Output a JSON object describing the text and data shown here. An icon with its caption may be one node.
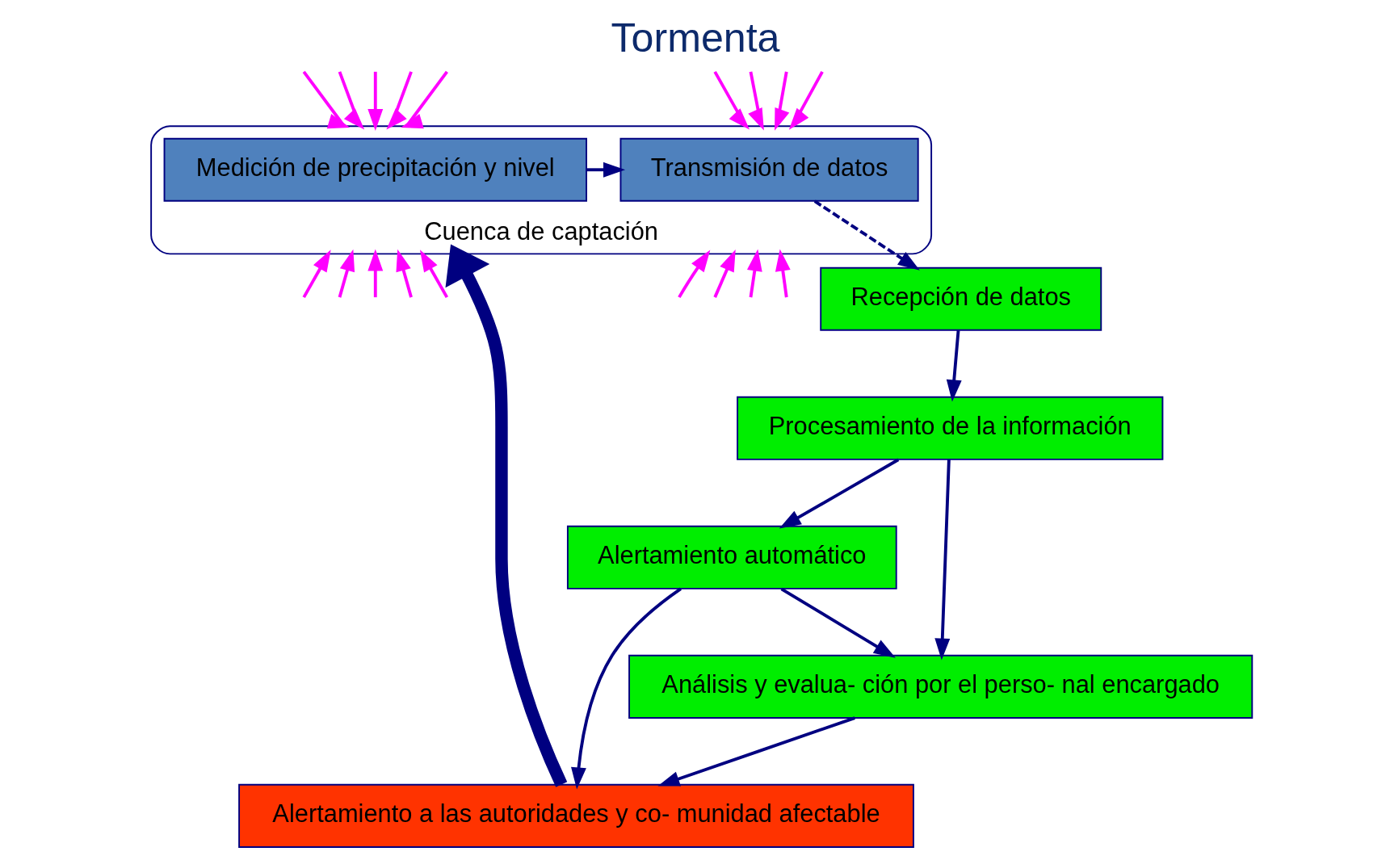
{
  "diagram": {
    "title": "Tormenta",
    "nodes": [
      {
        "text": [
          "Cuenca de captación"
        ]
      },
      {
        "text": [
          "Medición de precipitación y nivel"
        ],
        "in": 0
      },
      {
        "text": [
          "Transmisión de datos"
        ],
        "in": 0
      },
      {
        "text": [
          "Recepción de datos"
        ]
      },
      {
        "text": [
          "Procesamiento de la información"
        ]
      },
      {
        "text": [
          "Análisis y evalua- ción por el perso- nal encargado"
        ]
      },
      {
        "text": [
          "Alertamiento a las autoridades y co- munidad afectable"
        ]
      },
      {
        "text": [
          "Alertamiento automático"
        ]
      }
    ],
    "edges": [
      {
        "from": 1,
        "to": 2,
        "arrow": "to",
        "color": "#000080"
      },
      {
        "from": 2,
        "to": 3,
        "arrow": "to",
        "style": "dashed",
        "color": "#000080"
      },
      {
        "from": 3,
        "to": 4,
        "arrow": "to",
        "color": "#000080"
      },
      {
        "from": 4,
        "to": 5,
        "arrow": "to",
        "color": "#000080"
      },
      {
        "from": 5,
        "to": 6,
        "arrow": "to",
        "color": "#000080"
      },
      {
        "from": 4,
        "to": 7,
        "arrow": "to",
        "color": "#000080"
      },
      {
        "from": 7,
        "to": 5,
        "arrow": "to",
        "color": "#000080"
      },
      {
        "from": 7,
        "to": 6,
        "arrow": "to",
        "color": "#000080"
      },
      {
        "from": 6,
        "to": 0,
        "arrow": "to",
        "style": "thick",
        "color": "#000080"
      },
      {
        "from": null,
        "to": 0,
        "arrow": "to",
        "color": "#ff00ff"
      },
      {
        "from": null,
        "to": 0,
        "arrow": "to",
        "color": "#ff00ff"
      },
      {
        "from": null,
        "to": 0,
        "arrow": "to",
        "color": "#ff00ff"
      },
      {
        "from": null,
        "to": 0,
        "arrow": "to",
        "color": "#ff00ff"
      },
      {
        "from": null,
        "to": 0,
        "arrow": "to",
        "color": "#ff00ff"
      },
      {
        "from": null,
        "to": 0,
        "arrow": "to",
        "color": "#ff00ff"
      },
      {
        "from": null,
        "to": 0,
        "arrow": "to",
        "color": "#ff00ff"
      },
      {
        "from": null,
        "to": 0,
        "arrow": "to",
        "color": "#ff00ff"
      },
      {
        "from": null,
        "to": 0,
        "arrow": "to",
        "color": "#ff00ff"
      },
      {
        "from": null,
        "to": 0,
        "arrow": "to",
        "color": "#ff00ff"
      },
      {
        "from": null,
        "to": 0,
        "arrow": "to",
        "color": "#ff00ff"
      },
      {
        "from": null,
        "to": 0,
        "arrow": "to",
        "color": "#ff00ff"
      },
      {
        "from": null,
        "to": 0,
        "arrow": "to",
        "color": "#ff00ff"
      },
      {
        "from": null,
        "to": 0,
        "arrow": "to",
        "color": "#ff00ff"
      },
      {
        "from": null,
        "to": 0,
        "arrow": "to",
        "color": "#ff00ff"
      },
      {
        "from": null,
        "to": 0,
        "arrow": "to",
        "color": "#ff00ff"
      },
      {
        "from": null,
        "to": 0,
        "arrow": "to",
        "color": "#ff00ff"
      },
      {
        "from": null,
        "to": 0,
        "arrow": "to",
        "color": "#ff00ff"
      }
    ]
  }
}
